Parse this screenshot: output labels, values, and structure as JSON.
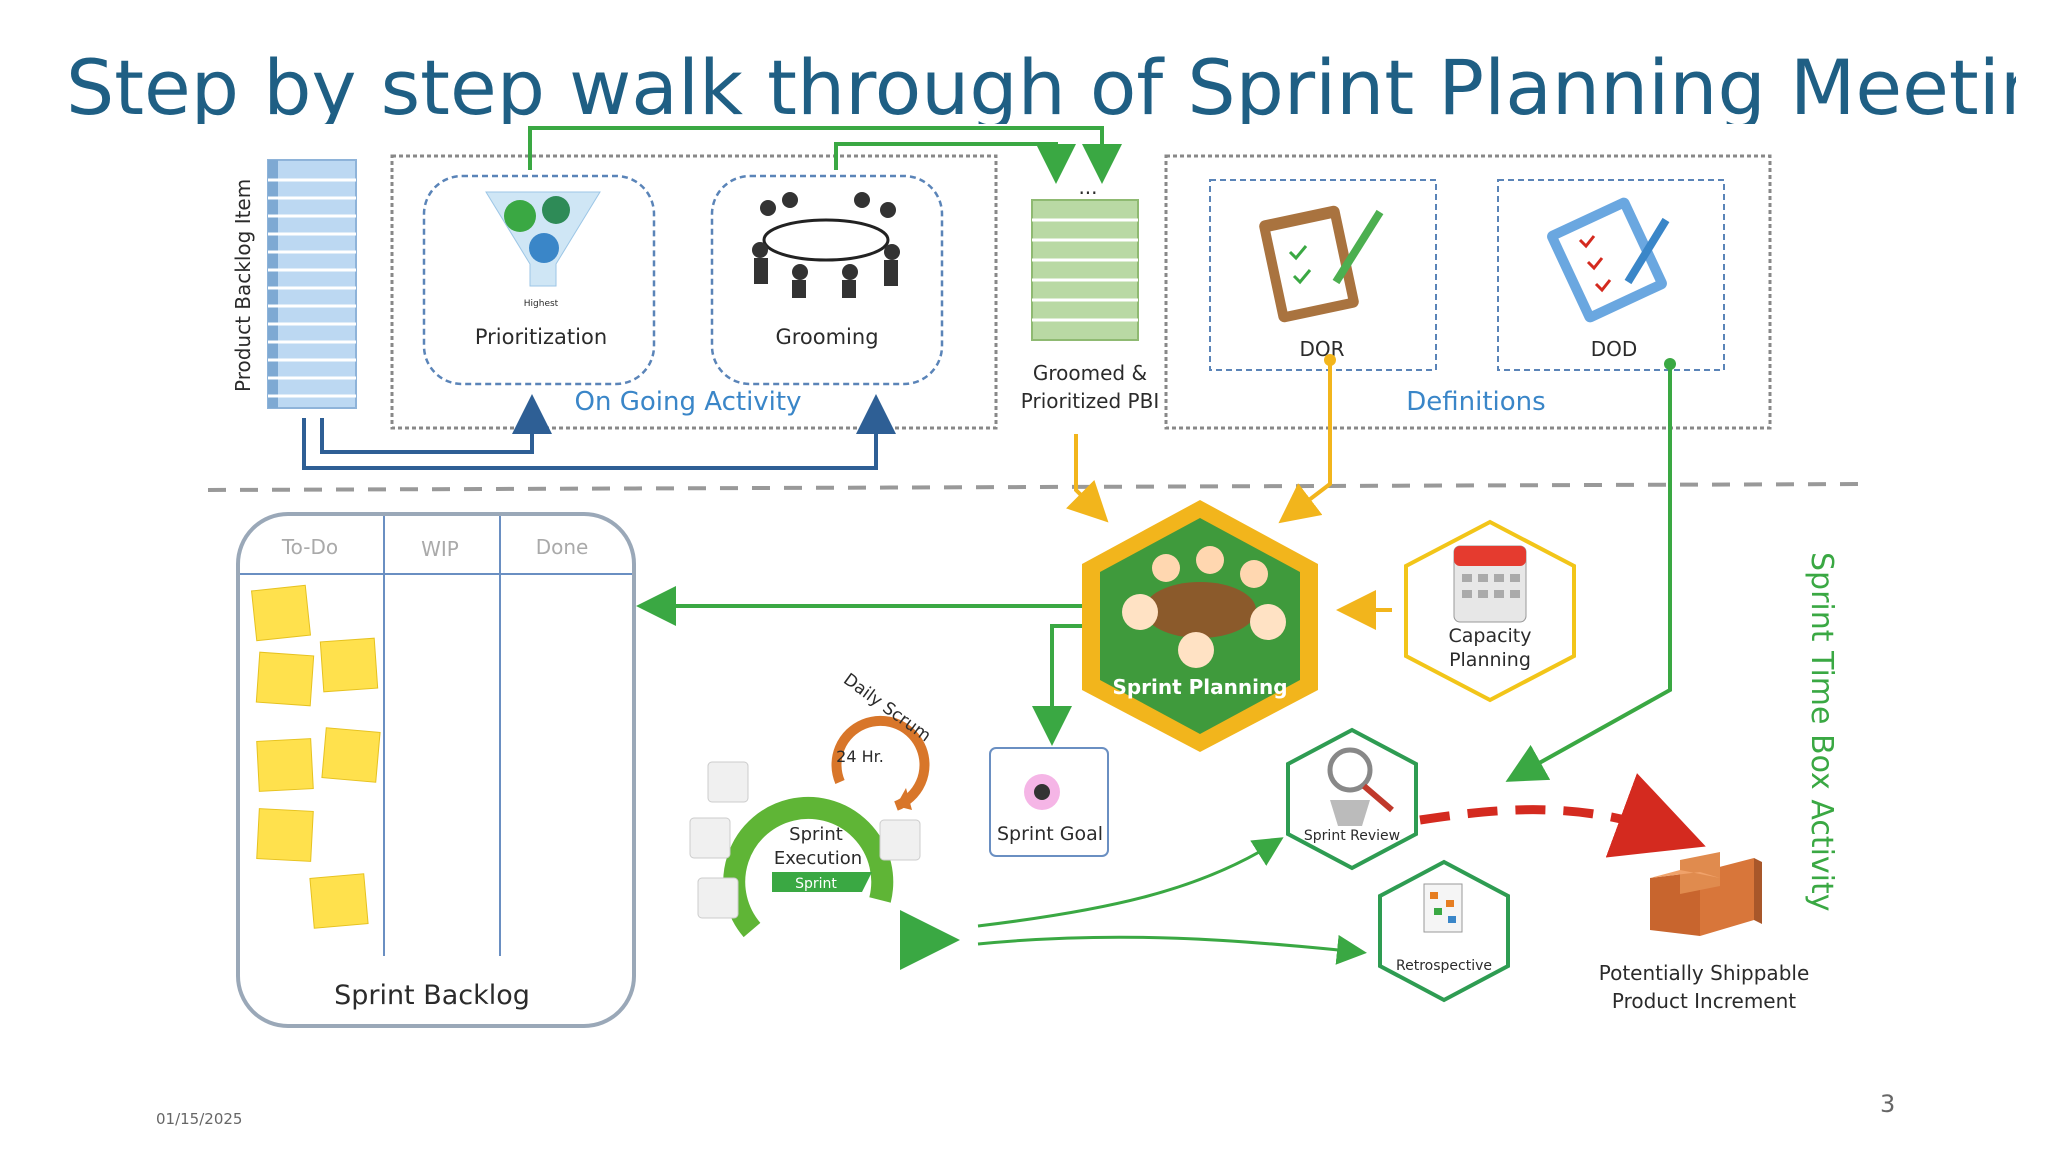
{
  "title": "Step by step walk through of Sprint Planning Meeting",
  "product_backlog_label": "Product Backlog Item",
  "ongoing": {
    "prioritization": "Prioritization",
    "funnel_bottom": "Highest",
    "grooming": "Grooming",
    "caption": "On Going Activity"
  },
  "groomed": {
    "dots": "...",
    "line1": "Groomed &",
    "line2": "Prioritized PBI"
  },
  "definitions": {
    "dor": "DOR",
    "dod": "DOD",
    "caption": "Definitions"
  },
  "board": {
    "col1": "To-Do",
    "col2": "WIP",
    "col3": "Done",
    "caption": "Sprint Backlog"
  },
  "sprint_planning": "Sprint Planning",
  "capacity": {
    "line1": "Capacity",
    "line2": "Planning"
  },
  "daily_scrum": {
    "label": "Daily Scrum",
    "hours": "24 Hr."
  },
  "execution": {
    "line1": "Sprint",
    "line2": "Execution",
    "tag": "Sprint"
  },
  "sprint_goal": "Sprint Goal",
  "sprint_review": "Sprint Review",
  "retrospective": "Retrospective",
  "increment": {
    "line1": "Potentially Shippable",
    "line2": "Product Increment"
  },
  "timebox_label": "Sprint Time Box Activity",
  "footer": {
    "date": "01/15/2025",
    "page": "3"
  },
  "colors": {
    "title": "#1f5f84",
    "green": "#3aa843",
    "blue_arrow": "#2e5f95",
    "gold": "#f2b51c",
    "red": "#d42a1f",
    "caption_blue": "#3a86c8"
  }
}
